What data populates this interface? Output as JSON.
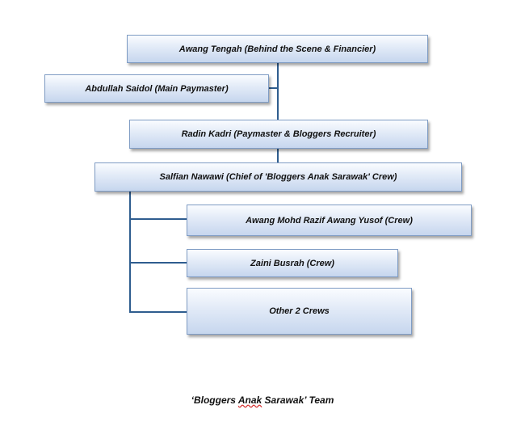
{
  "diagram": {
    "nodes": {
      "awang_tengah": "Awang Tengah (Behind the Scene & Financier)",
      "abdullah_saidol": "Abdullah Saidol  (Main Paymaster)",
      "radin_kadri": "Radin Kadri (Paymaster & Bloggers Recruiter)",
      "salfian_nawawi": "Salfian Nawawi (Chief of 'Bloggers Anak Sarawak' Crew)",
      "awang_mohd_razif": "Awang Mohd Razif Awang Yusof (Crew)",
      "zaini_busrah": "Zaini Busrah (Crew)",
      "other_crews": "Other 2 Crews"
    },
    "caption": {
      "part1": "‘Bloggers ",
      "part2": "Anak",
      "part3": " Sarawak’ Team"
    }
  }
}
